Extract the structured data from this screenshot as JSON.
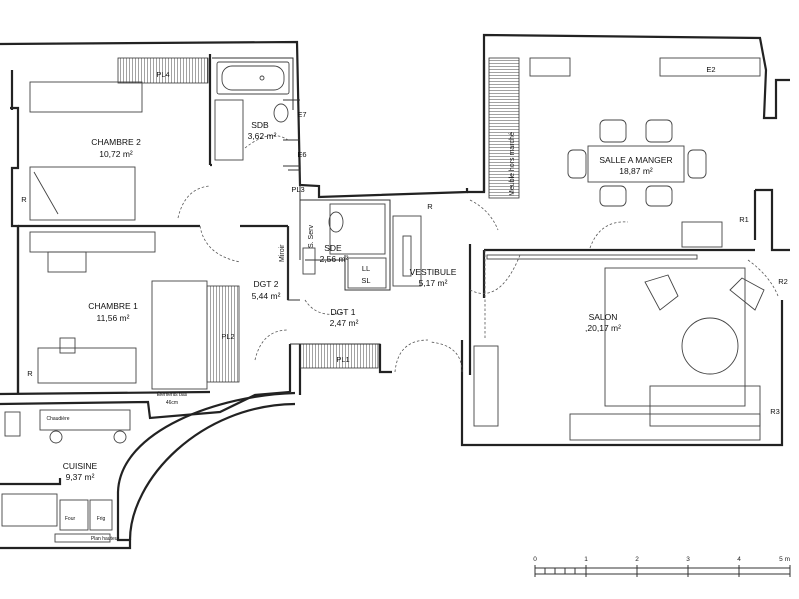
{
  "rooms": {
    "chambre2": {
      "name": "CHAMBRE 2",
      "area": "10,72 m²"
    },
    "chambre1": {
      "name": "CHAMBRE 1",
      "area": "11,56 m²"
    },
    "sdb": {
      "name": "SDB",
      "area": "3,62 m²"
    },
    "sde": {
      "name": "SDE",
      "area": "2,56 m²"
    },
    "dgt2": {
      "name": "DGT 2",
      "area": "5,44 m²"
    },
    "dgt1": {
      "name": "DGT 1",
      "area": "2,47 m²"
    },
    "vestibule": {
      "name": "VESTIBULE",
      "area": "5,17 m²"
    },
    "salle_a_manger": {
      "name": "SALLE A MANGER",
      "area": "18,87 m²"
    },
    "salon": {
      "name": "SALON",
      "area": ",20,17 m²"
    },
    "cuisine": {
      "name": "CUISINE",
      "area": "9,37 m²"
    }
  },
  "labels": {
    "pl4": "PL4",
    "pl3": "PL3",
    "pl2": "PL2",
    "pl1": "PL1",
    "e7": "E7",
    "e6": "E6",
    "e2": "E2",
    "r1": "R1",
    "r2": "R2",
    "r3": "R3",
    "r": "R",
    "ll": "LL",
    "sl": "SL",
    "serv": "S. Serv",
    "miroir": "Miroir",
    "meuble": "Meuble hors marché",
    "elements_bas": "Éléments bas",
    "dim_46": "46cm",
    "chaudiere": "Chaudière",
    "four": "Four",
    "frig": "Frig",
    "plan_hauteur": "Plan hauteur"
  },
  "scale": {
    "ticks": [
      "0",
      "1",
      "2",
      "3",
      "4",
      "5 m"
    ]
  }
}
